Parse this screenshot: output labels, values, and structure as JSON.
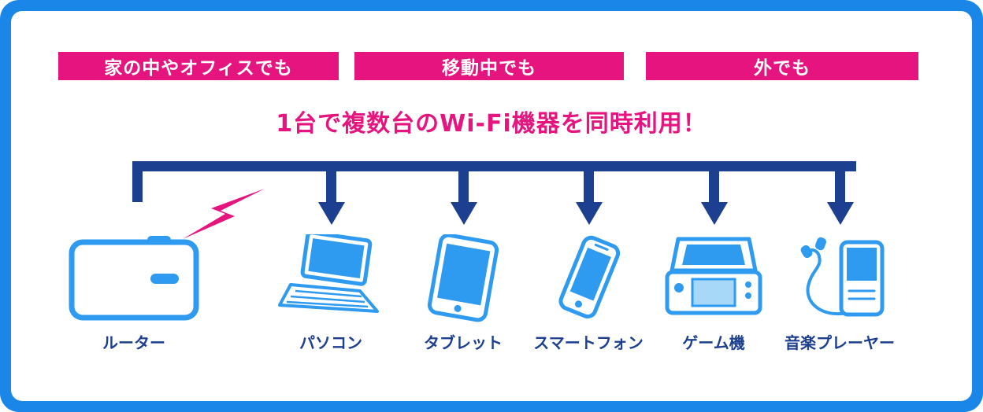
{
  "banners": [
    {
      "label": "家の中やオフィスでも"
    },
    {
      "label": "移動中でも"
    },
    {
      "label": "外でも"
    }
  ],
  "headline": "1台で複数台のWi-Fi機器を同時利用！",
  "devices": [
    {
      "id": "router",
      "label": "ルーター"
    },
    {
      "id": "laptop",
      "label": "パソコン"
    },
    {
      "id": "tablet",
      "label": "タブレット"
    },
    {
      "id": "smartphone",
      "label": "スマートフォン"
    },
    {
      "id": "game-console",
      "label": "ゲーム機"
    },
    {
      "id": "music-player",
      "label": "音楽プレーヤー"
    }
  ],
  "colors": {
    "frame_blue": "#1a86e8",
    "accent_pink": "#e5147e",
    "connector_navy": "#1c3f8f",
    "icon_blue": "#2e9af0",
    "icon_light_blue": "#a8d8f8"
  }
}
